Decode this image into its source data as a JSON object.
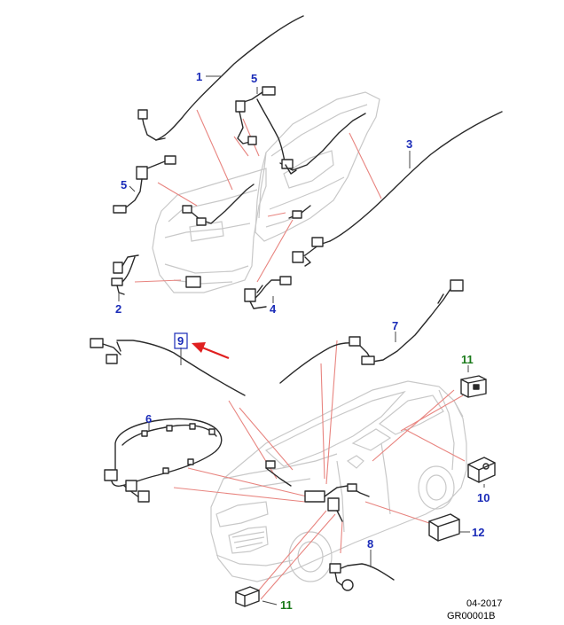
{
  "diagram": {
    "colors": {
      "callout_blue": "#1a2bb8",
      "callout_green": "#1a7a1a",
      "leader_red": "#e8847f",
      "arrow_red": "#e02020",
      "outline_gray": "#c8c8c8",
      "harness_dark": "#2a2a2a"
    },
    "callouts": {
      "c1": "1",
      "c2": "2",
      "c3": "3",
      "c4": "4",
      "c5a": "5",
      "c5b": "5",
      "c6": "6",
      "c7": "7",
      "c8": "8",
      "c9": "9",
      "c10": "10",
      "c11a": "11",
      "c11b": "11",
      "c12": "12"
    }
  },
  "footer": {
    "date": "04-2017",
    "code": "GR00001B"
  }
}
